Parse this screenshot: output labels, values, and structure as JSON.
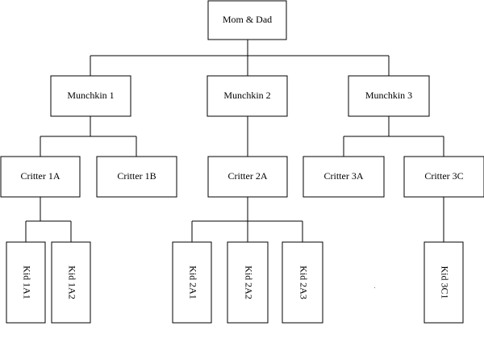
{
  "root": {
    "label": "Mom & Dad"
  },
  "generation_1": [
    {
      "label": "Munchkin 1"
    },
    {
      "label": "Munchkin 2"
    },
    {
      "label": "Munchkin 3"
    }
  ],
  "generation_2": [
    {
      "label": "Critter 1A"
    },
    {
      "label": "Critter 1B"
    },
    {
      "label": "Critter 2A"
    },
    {
      "label": "Critter 3A"
    },
    {
      "label": "Critter 3C"
    }
  ],
  "generation_3": [
    {
      "label": "Kid 1A1"
    },
    {
      "label": "Kid 1A2"
    },
    {
      "label": "Kid 2A1"
    },
    {
      "label": "Kid 2A2"
    },
    {
      "label": "Kid 2A3"
    },
    {
      "label": "Kid 3C1"
    }
  ],
  "colors": {
    "line": "#000000",
    "box_fill": "#ffffff",
    "text": "#000000"
  }
}
